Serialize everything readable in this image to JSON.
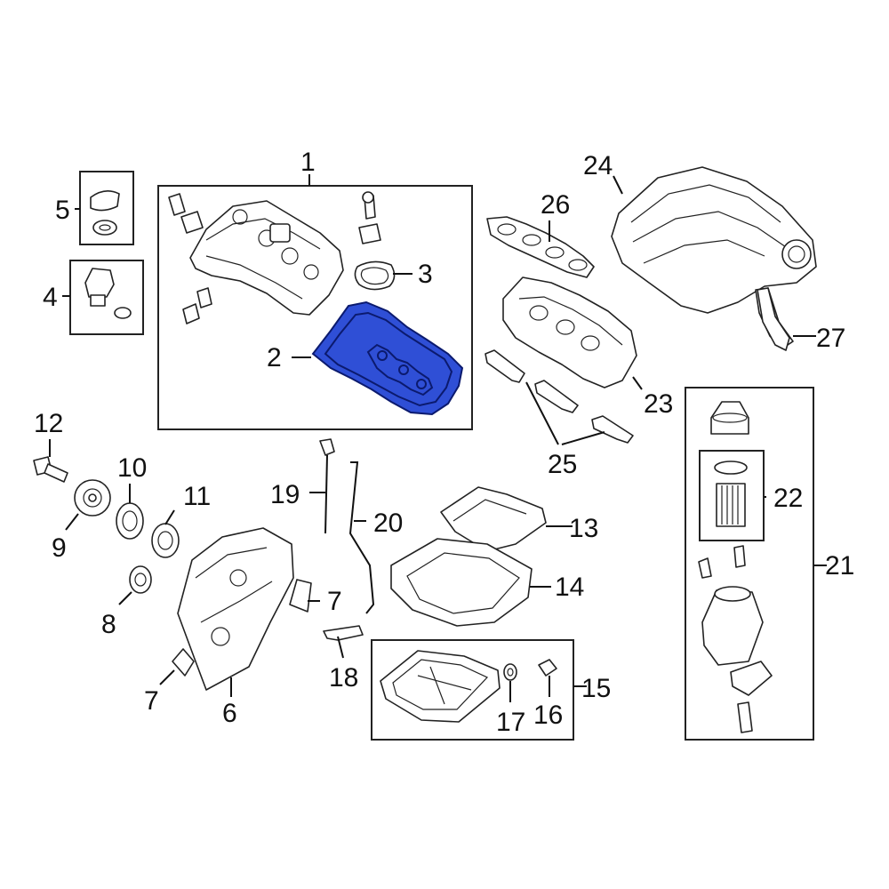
{
  "callouts": [
    {
      "id": "1",
      "text": "1"
    },
    {
      "id": "2",
      "text": "2"
    },
    {
      "id": "3",
      "text": "3"
    },
    {
      "id": "4",
      "text": "4"
    },
    {
      "id": "5",
      "text": "5"
    },
    {
      "id": "6",
      "text": "6"
    },
    {
      "id": "7a",
      "text": "7"
    },
    {
      "id": "7b",
      "text": "7"
    },
    {
      "id": "8",
      "text": "8"
    },
    {
      "id": "9",
      "text": "9"
    },
    {
      "id": "10",
      "text": "10"
    },
    {
      "id": "11",
      "text": "11"
    },
    {
      "id": "12",
      "text": "12"
    },
    {
      "id": "13",
      "text": "13"
    },
    {
      "id": "14",
      "text": "14"
    },
    {
      "id": "15",
      "text": "15"
    },
    {
      "id": "16",
      "text": "16"
    },
    {
      "id": "17",
      "text": "17"
    },
    {
      "id": "18",
      "text": "18"
    },
    {
      "id": "19",
      "text": "19"
    },
    {
      "id": "20",
      "text": "20"
    },
    {
      "id": "21",
      "text": "21"
    },
    {
      "id": "22",
      "text": "22"
    },
    {
      "id": "23",
      "text": "23"
    },
    {
      "id": "24",
      "text": "24"
    },
    {
      "id": "25",
      "text": "25"
    },
    {
      "id": "26",
      "text": "26"
    },
    {
      "id": "27",
      "text": "27"
    }
  ],
  "highlight": {
    "part": "2",
    "color": "#2f4fd6"
  }
}
